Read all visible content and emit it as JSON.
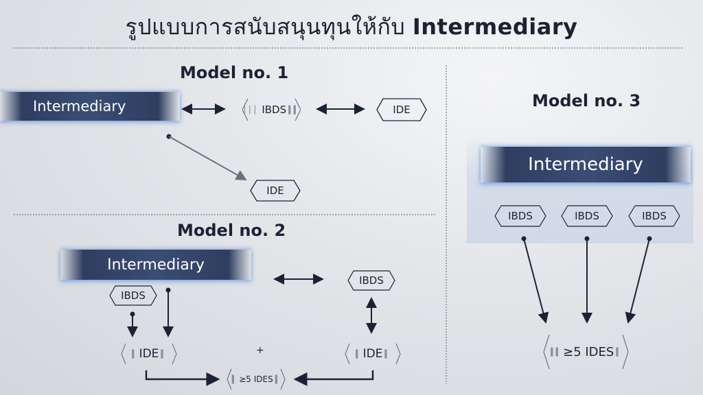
{
  "title": {
    "thai": "รูปแบบการสนับสนุนทุนให้กับ ",
    "bold": "Intermediary"
  },
  "model1": {
    "title": "Model no. 1",
    "intermediary": "Intermediary",
    "ibds": "IBDS",
    "ide_right": "IDE",
    "ide_bottom": "IDE"
  },
  "model2": {
    "title": "Model no. 2",
    "intermediary": "Intermediary",
    "ibds_left": "IBDS",
    "ibds_right": "IBDS",
    "ide_left": "IDE",
    "ide_right": "IDE",
    "plus": "+",
    "ides": "≥5 IDES"
  },
  "model3": {
    "title": "Model no. 3",
    "intermediary": "Intermediary",
    "ibds": [
      "IBDS",
      "IBDS",
      "IBDS"
    ],
    "ides": "≥5 IDES"
  }
}
